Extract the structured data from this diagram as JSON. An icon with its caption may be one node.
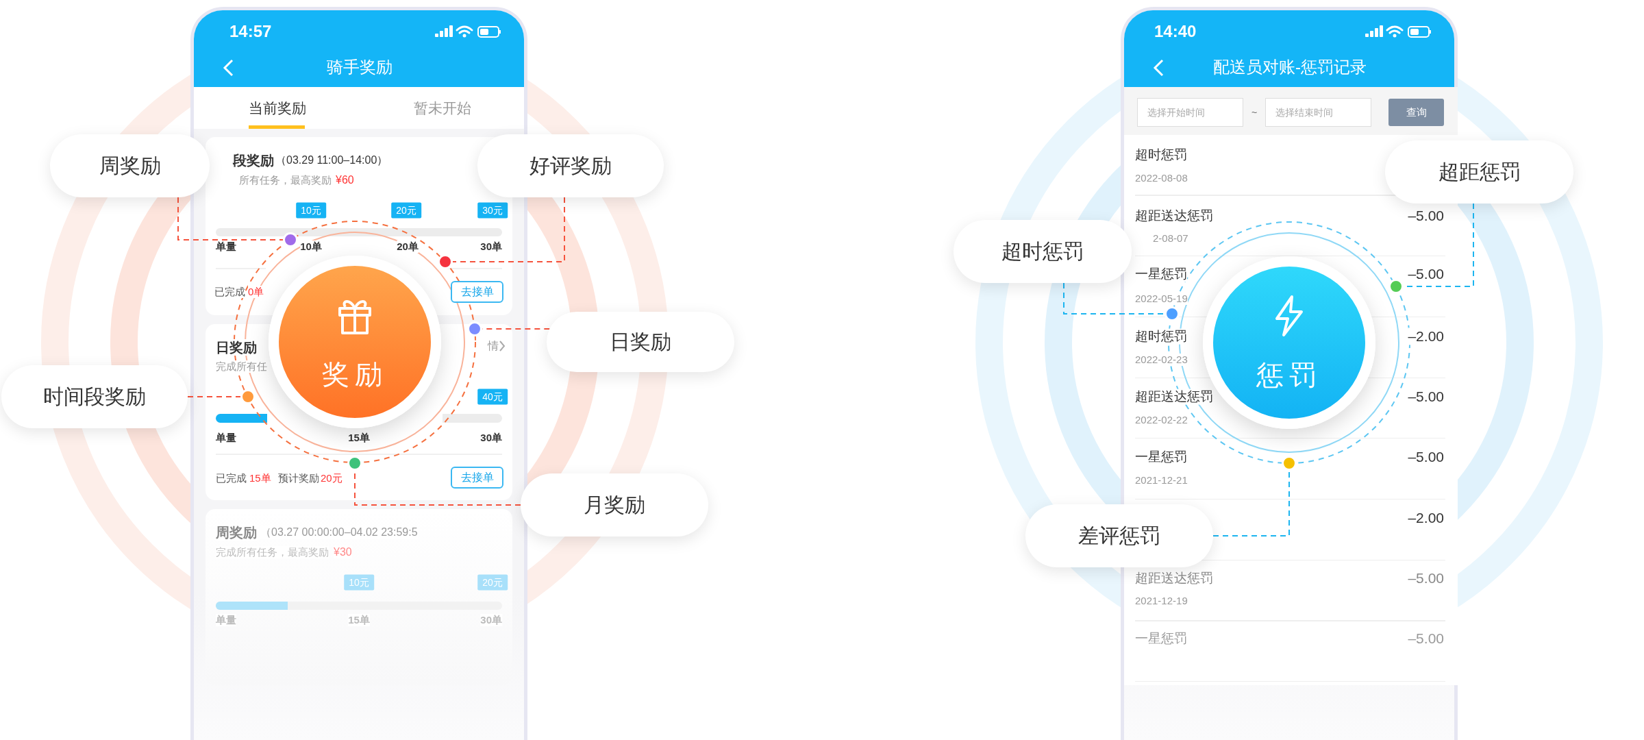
{
  "diagram": {
    "nodes": [
      {
        "text": [
          "奖励"
        ]
      },
      {
        "text": [
          "周奖励"
        ]
      },
      {
        "text": [
          "好评奖励"
        ]
      },
      {
        "text": [
          "日奖励"
        ]
      },
      {
        "text": [
          "时间段奖励"
        ]
      },
      {
        "text": [
          "月奖励"
        ]
      },
      {
        "text": [],
        "shape": "circle"
      },
      {
        "text": [],
        "shape": "circle"
      },
      {
        "text": [],
        "shape": "circle"
      },
      {
        "text": [],
        "shape": "circle"
      },
      {
        "text": [],
        "shape": "circle"
      },
      {
        "text": [
          "惩罚"
        ]
      },
      {
        "text": [
          "超时惩罚"
        ]
      },
      {
        "text": [
          "超距惩罚"
        ]
      },
      {
        "text": [
          "差评惩罚"
        ]
      },
      {
        "text": [],
        "shape": "circle"
      },
      {
        "text": [],
        "shape": "circle"
      },
      {
        "text": [],
        "shape": "circle"
      }
    ],
    "edges": [
      {
        "from": 1,
        "to": 6,
        "arrow": "none",
        "style": "dashed",
        "color": "#f5533d"
      },
      {
        "from": 2,
        "to": 7,
        "arrow": "none",
        "style": "dashed",
        "color": "#f5533d"
      },
      {
        "from": 3,
        "to": 8,
        "arrow": "none",
        "style": "dashed",
        "color": "#f5533d"
      },
      {
        "from": 4,
        "to": 9,
        "arrow": "none",
        "style": "dashed",
        "color": "#f5533d"
      },
      {
        "from": 5,
        "to": 10,
        "arrow": "none",
        "style": "dashed",
        "color": "#f5533d"
      },
      {
        "from": 12,
        "to": 15,
        "arrow": "none",
        "style": "dashed",
        "color": "#1cb5f0"
      },
      {
        "from": 13,
        "to": 16,
        "arrow": "none",
        "style": "dashed",
        "color": "#1cb5f0"
      },
      {
        "from": 14,
        "to": 17,
        "arrow": "none",
        "style": "dashed",
        "color": "#1cb5f0"
      }
    ],
    "labels": [
      "14:57",
      "骑手奖励",
      "当前奖励",
      "暂未开始",
      "段奖励",
      "（03.29 11:00–14:00）",
      "所有任务，最高奖励",
      "¥60",
      "10元",
      "20元",
      "30元",
      "单量",
      "10单",
      "20单",
      "30单",
      "已完成",
      "0单",
      "去接单",
      "日奖励",
      "完成所有任",
      "情",
      "40元",
      "单量",
      "15单",
      "30单",
      "已完成",
      "15单",
      "预计奖励",
      "20元",
      "去接单",
      "周奖励",
      "（03.27 00:00:00–04.02 23:59:5",
      "完成所有任务，最高奖励",
      "¥30",
      "10元",
      "20元",
      "单量",
      "15单",
      "30单",
      "14:40",
      "配送员对账-惩罚记录",
      "选择开始时间",
      "~",
      "选择结束时间",
      "查询",
      "超时惩罚",
      "2022-08-08",
      "超距送达惩罚",
      "–5.00",
      "2-08-07",
      "一星惩罚",
      "–5.00",
      "2022-05-19",
      "超时惩罚",
      "–2.00",
      "2022-02-23",
      "超距送达惩罚",
      "–5.00",
      "2022-02-22",
      "一星惩罚",
      "–5.00",
      "2021-12-21",
      "–2.00",
      "超距送达惩罚",
      "–5.00",
      "2021-12-19",
      "一星惩罚",
      "–5.00"
    ]
  }
}
